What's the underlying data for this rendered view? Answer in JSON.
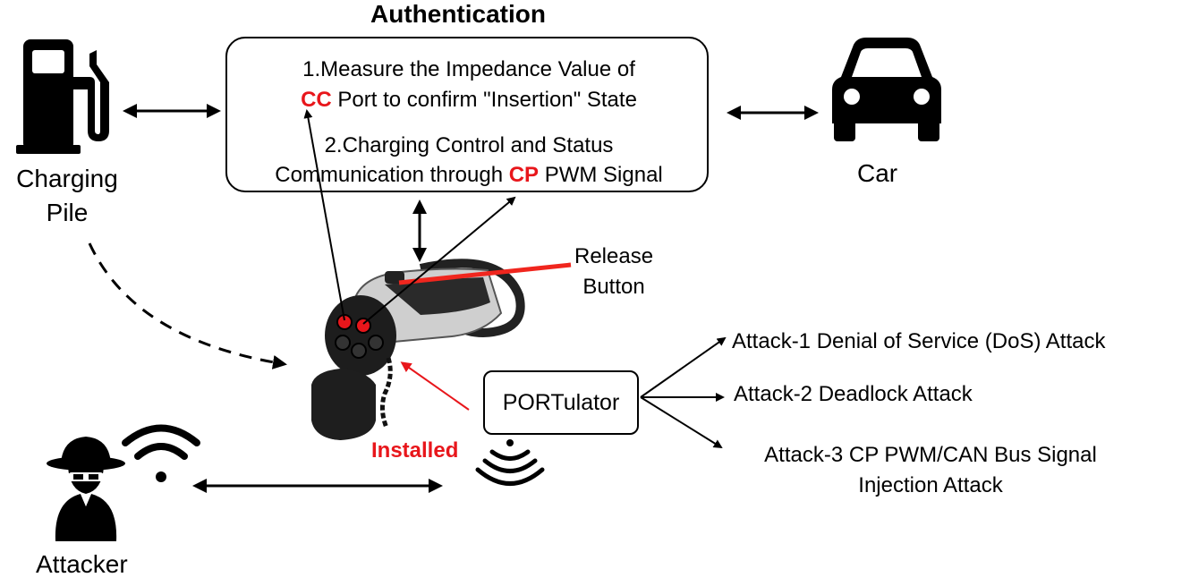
{
  "title": "Authentication",
  "charging_pile": {
    "line1": "Charging",
    "line2": "Pile",
    "icon": "fuel-pump-icon"
  },
  "car": {
    "label": "Car",
    "icon": "car-icon"
  },
  "auth_box": {
    "step1_line1": "1.Measure the Impedance Value of",
    "step1_cc": "CC",
    "step1_line2_rest": " Port to confirm \"Insertion\" State",
    "step2_line1": "2.Charging Control and Status",
    "step2_line2_pre": "Communication through ",
    "step2_cp": "CP",
    "step2_line2_post": " PWM Signal"
  },
  "release_button": {
    "line1": "Release",
    "line2": "Button"
  },
  "portulator": {
    "label": "PORTulator"
  },
  "installed": {
    "label": "Installed"
  },
  "attacker": {
    "label": "Attacker",
    "icon": "attacker-spy-icon"
  },
  "attacks": [
    {
      "label": "Attack-1 Denial of Service (DoS) Attack"
    },
    {
      "label": "Attack-2 Deadlock Attack"
    },
    {
      "label_line1": "Attack-3 CP PWM/CAN Bus Signal",
      "label_line2": "Injection Attack"
    }
  ],
  "colors": {
    "accent_red": "#e8161b",
    "release_line": "#f0261e"
  }
}
